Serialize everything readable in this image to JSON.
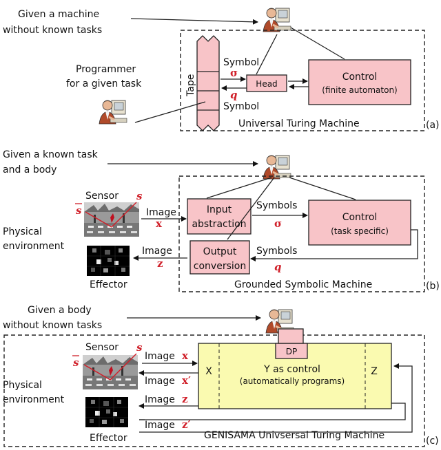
{
  "panel_a": {
    "intro_line1": "Given a machine",
    "intro_line2": "without known tasks",
    "programmer_line1": "Programmer",
    "programmer_line2": "for a given task",
    "tape_label": "Tape",
    "symbol_top": "Symbol",
    "sigma": "σ",
    "q": "q",
    "symbol_bottom": "Symbol",
    "head": "Head",
    "control_title": "Control",
    "control_sub": "(finite automaton)",
    "machine_name": "Universal Turing Machine",
    "tag": "(a)"
  },
  "panel_b": {
    "intro_line1": "Given a known task",
    "intro_line2": "and a body",
    "sensor": "Sensor",
    "s": "s",
    "s_bar": "s",
    "image_x_label": "Image",
    "x": "x",
    "image_z_label": "Image",
    "z": "z",
    "phys_line1": "Physical",
    "phys_line2": "environment",
    "effector": "Effector",
    "input_line1": "Input",
    "input_line2": "abstraction",
    "output_line1": "Output",
    "output_line2": "conversion",
    "symbols_top": "Symbols",
    "sigma": "σ",
    "symbols_bottom": "Symbols",
    "q": "q",
    "control_title": "Control",
    "control_sub": "(task specific)",
    "machine_name": "Grounded Symbolic Machine",
    "tag": "(b)"
  },
  "panel_c": {
    "intro_line1": "Given a body",
    "intro_line2": "without known tasks",
    "sensor": "Sensor",
    "s": "s",
    "s_bar": "s",
    "image1": "Image",
    "x": "x",
    "image2": "Image",
    "x_prime": "x′",
    "image3": "Image",
    "z": "z",
    "image4": "Image",
    "z_prime": "z′",
    "phys_line1": "Physical",
    "phys_line2": "environment",
    "effector": "Effector",
    "dp": "DP",
    "x_area": "X",
    "y_title": "Y as control",
    "y_sub": "(automatically programs)",
    "z_area": "Z",
    "machine_name": "GENISAMA Univsersal Turing Machine",
    "tag": "(c)"
  },
  "colors": {
    "box_fill": "#f8c4c8",
    "y_fill": "#fafab0",
    "greek": "#d0202a"
  }
}
